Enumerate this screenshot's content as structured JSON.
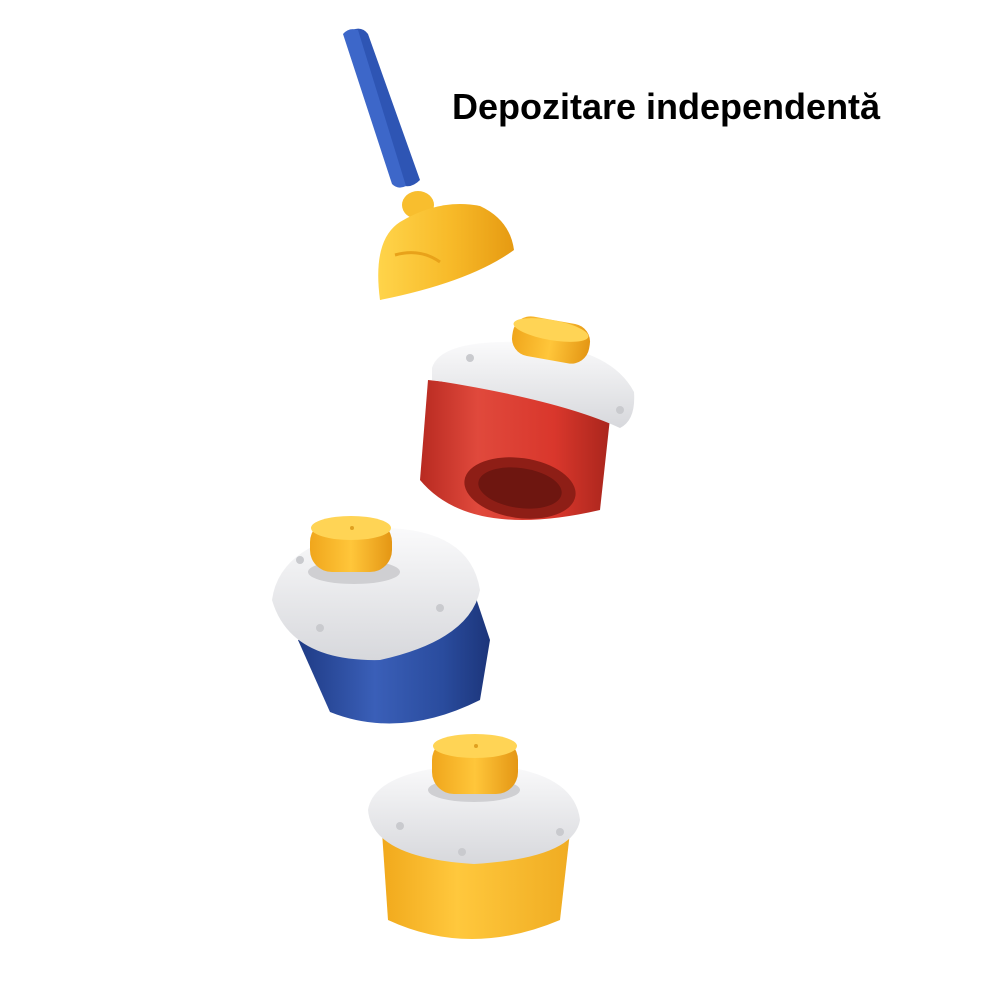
{
  "caption": {
    "text": "Depozitare independentă"
  },
  "product": {
    "parts": [
      {
        "name": "top-cap-with-strap",
        "color": "#F7B928",
        "strap_color": "#2E55B4"
      },
      {
        "name": "red-container",
        "color": "#D9372C",
        "lid_color": "#EDEDEF",
        "knob_color": "#F5B82B"
      },
      {
        "name": "blue-container",
        "color": "#2A4C9E",
        "lid_color": "#EDEDEF",
        "knob_color": "#F5B82B"
      },
      {
        "name": "yellow-container",
        "color": "#F6BC2E",
        "lid_color": "#EDEDEF",
        "knob_color": "#F5B82B"
      }
    ]
  }
}
